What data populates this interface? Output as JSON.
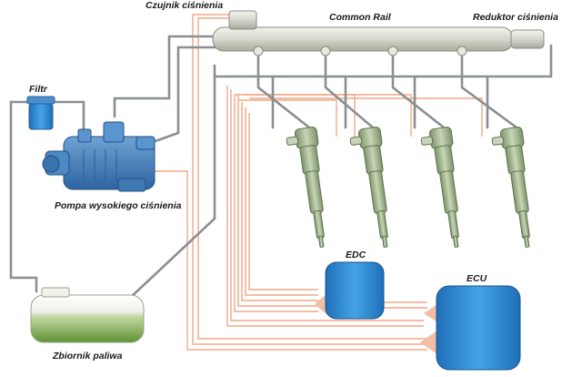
{
  "labels": {
    "pressure_sensor": "Czujnik ciśnienia",
    "common_rail": "Common Rail",
    "pressure_reducer": "Reduktor ciśnienia",
    "filter": "Filtr",
    "pump": "Pompa wysokiego ciśnienia",
    "tank": "Zbiornik paliwa",
    "edc": "EDC",
    "ecu": "ECU"
  },
  "components": {
    "injector_count": 4
  },
  "colors": {
    "pipe": "#8a8f92",
    "signal_wire": "#f0a986",
    "module_blue": "#2a7fc8",
    "module_arrow": "#f2bfa5",
    "fuel_green": "#6ea13b",
    "rail": "#d9d9cf",
    "pump_blue": "#3f7fbf",
    "injector_green": "#a8bb92"
  }
}
